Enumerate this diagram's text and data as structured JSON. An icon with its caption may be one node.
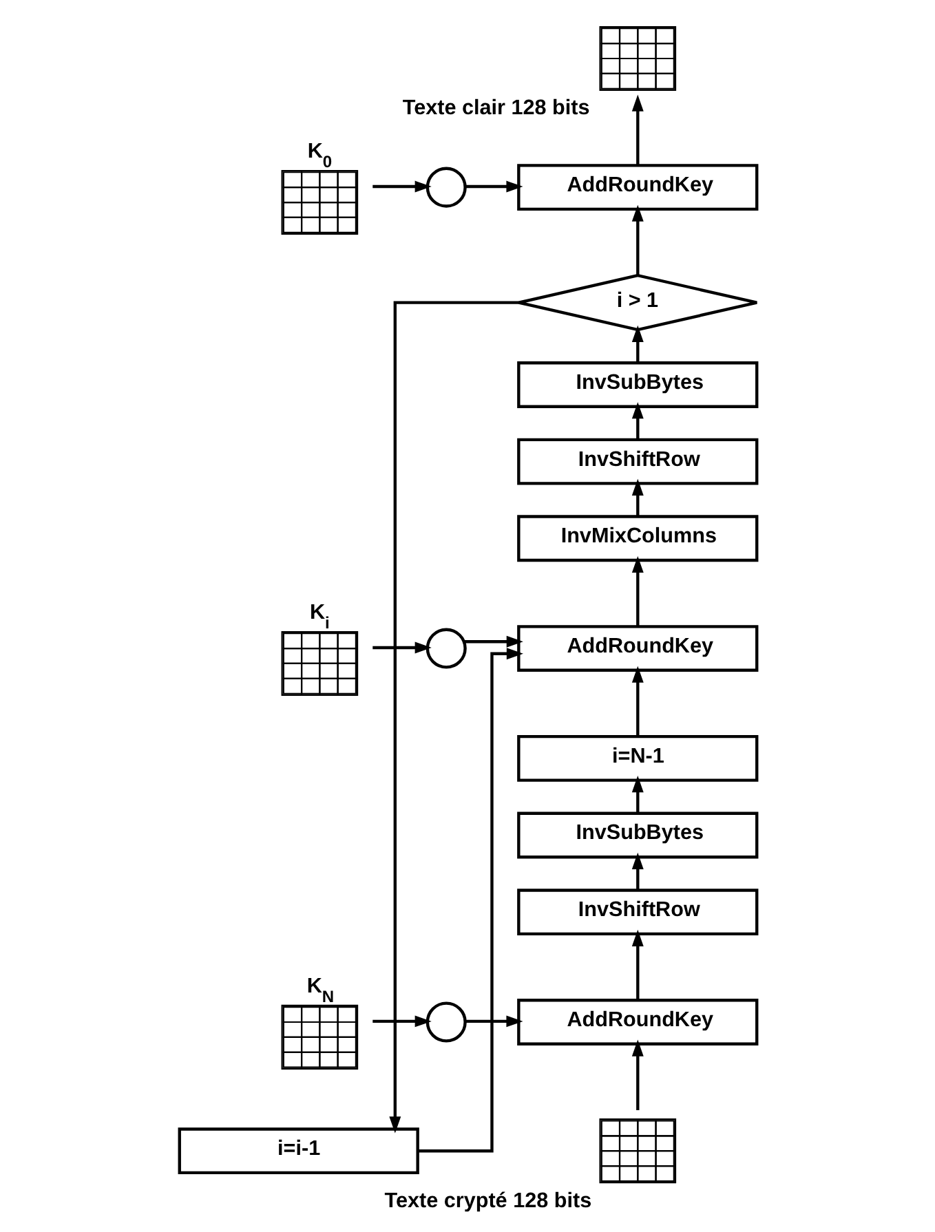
{
  "diagram": {
    "nodes": [
      {
        "text": [],
        "shape": "grid",
        "beside": [
          "Texte clair 128 bits"
        ]
      },
      {
        "text": [
          "AddRoundKey"
        ]
      },
      {
        "text": [],
        "shape": "circle"
      },
      {
        "text": [
          "K$_{0}$"
        ]
      },
      {
        "text": [
          "i > 1"
        ]
      },
      {
        "text": [
          "InvSubBytes"
        ]
      },
      {
        "text": [
          "InvShiftRow"
        ]
      },
      {
        "text": [
          "InvMixColumns"
        ]
      },
      {
        "text": [
          "i=i-1"
        ]
      },
      {
        "text": [
          "AddRoundKey"
        ]
      },
      {
        "text": [],
        "shape": "circle"
      },
      {
        "text": [
          "K$_{i}$"
        ]
      },
      {
        "text": [
          "i=N-1"
        ]
      },
      {
        "text": [
          "InvSubBytes"
        ]
      },
      {
        "text": [
          "InvShiftRow"
        ]
      },
      {
        "text": [
          "AddRoundKey"
        ]
      },
      {
        "text": [],
        "shape": "circle"
      },
      {
        "text": [
          "K$_{N}$"
        ]
      },
      {
        "text": [],
        "shape": "grid",
        "beside": [
          "Texte crypté 128 bits"
        ]
      }
    ],
    "edges": [
      {
        "from": 18,
        "to": 15,
        "arrow": "to"
      },
      {
        "from": 15,
        "to": 14,
        "arrow": "to"
      },
      {
        "from": 14,
        "to": 13,
        "arrow": "to"
      },
      {
        "from": 13,
        "to": 12,
        "arrow": "to"
      },
      {
        "from": 12,
        "to": 9,
        "arrow": "to"
      },
      {
        "from": 8,
        "to": 9,
        "arrow": "to"
      },
      {
        "from": 17,
        "to": 16,
        "arrow": "to"
      },
      {
        "from": 16,
        "to": 15,
        "arrow": "to"
      },
      {
        "from": 11,
        "to": 10,
        "arrow": "to"
      },
      {
        "from": 10,
        "to": 9,
        "arrow": "to"
      },
      {
        "from": 9,
        "to": 7,
        "arrow": "to"
      },
      {
        "from": 7,
        "to": 6,
        "arrow": "to"
      },
      {
        "from": 6,
        "to": 5,
        "arrow": "to"
      },
      {
        "from": 5,
        "to": 4,
        "arrow": "to"
      },
      {
        "from": 4,
        "to": 8,
        "arrow": "to"
      },
      {
        "from": 4,
        "to": 1,
        "arrow": "to"
      },
      {
        "from": 3,
        "to": 2,
        "arrow": "to"
      },
      {
        "from": 2,
        "to": 1,
        "arrow": "to"
      },
      {
        "from": 1,
        "to": 0,
        "arrow": "to"
      }
    ]
  }
}
